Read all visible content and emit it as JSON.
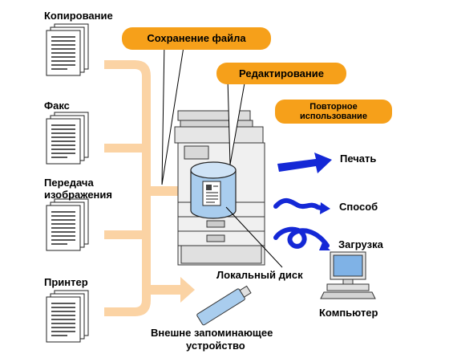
{
  "inputs": {
    "copy": "Копирование",
    "fax": "Факс",
    "scan_line1": "Передача",
    "scan_line2": "изображения",
    "printer": "Принтер"
  },
  "callouts": {
    "save_file": "Сохранение файла",
    "edit": "Редактирование",
    "reuse_line1": "Повторное",
    "reuse_line2": "использование"
  },
  "outputs": {
    "print": "Печать",
    "method": "Способ",
    "download": "Загрузка",
    "computer": "Компьютер"
  },
  "storage": {
    "local_disk": "Локальный диск",
    "external_line1": "Внешне запоминающее",
    "external_line2": "устройство"
  },
  "colors": {
    "orange": "#f6a01a",
    "peach": "#fbd3a4",
    "blue": "#1428d6",
    "disk": "#a9cdee"
  }
}
